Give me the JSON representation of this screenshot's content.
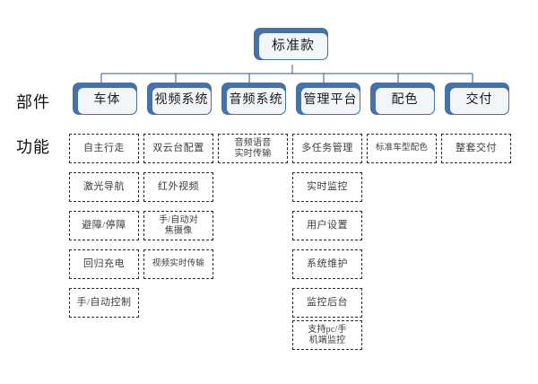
{
  "diagram": {
    "type": "org-chart",
    "title_node": {
      "label": "标准款"
    },
    "row_labels": [
      {
        "name": "components",
        "label": "部件"
      },
      {
        "name": "functions",
        "label": "功能"
      }
    ],
    "colors": {
      "node_fill": "#F2F5F9",
      "node_border": "#4573A7",
      "node_shadow": "#4573A7",
      "connector": "#31597F",
      "leaf_border": "#2B2B2B",
      "leaf_fill": "#FFFFFF",
      "text": "#1A1A1A"
    },
    "columns": [
      {
        "key": "che-ti",
        "header": "车体",
        "items": [
          "自主行走",
          "激光导航",
          "避障/停障",
          "回归充电",
          "手/自动控制"
        ]
      },
      {
        "key": "shipin-xitong",
        "header": "视频系统",
        "items": [
          "双云台配置",
          "红外视频",
          "手/自动对\n焦摄像",
          "视频实时传输"
        ]
      },
      {
        "key": "yinpin-xitong",
        "header": "音频系统",
        "items": [
          "音频语音\n实时传输"
        ]
      },
      {
        "key": "guanli-pingtai",
        "header": "管理平台",
        "items": [
          "多任务管理",
          "实时监控",
          "用户设置",
          "系统维护",
          "监控后台",
          "支持pc/手\n机端监控"
        ]
      },
      {
        "key": "peise",
        "header": "配色",
        "items": [
          "标准车型配色"
        ]
      },
      {
        "key": "jiaofu",
        "header": "交付",
        "items": [
          "整套交付"
        ]
      }
    ]
  }
}
